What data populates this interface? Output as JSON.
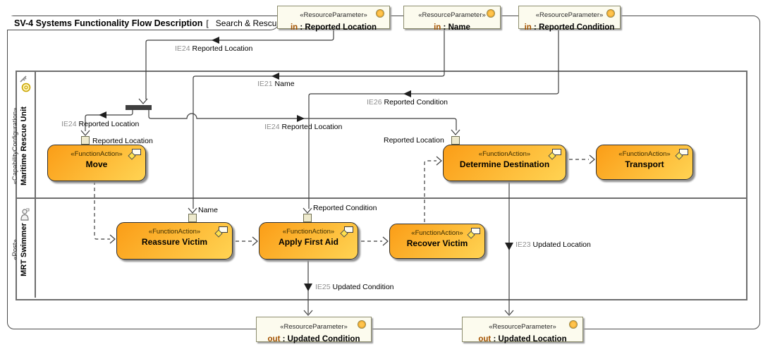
{
  "frame": {
    "title": "SV-4 Systems Functionality Flow Description",
    "bracket_left": "[",
    "context_name": "Search & Rescue",
    "bracket_right": "]"
  },
  "lanes": [
    {
      "stereotype": "«CapabilityConfiguration»",
      "name": "Maritime Rescue Unit"
    },
    {
      "stereotype": "«Post»",
      "name": "MRT Swimmer"
    }
  ],
  "parameters": [
    {
      "stereotype": "«ResourceParameter»",
      "direction": "in",
      "name": " : Reported Location"
    },
    {
      "stereotype": "«ResourceParameter»",
      "direction": "in",
      "name": " : Name"
    },
    {
      "stereotype": "«ResourceParameter»",
      "direction": "in",
      "name": " : Reported Condition"
    },
    {
      "stereotype": "«ResourceParameter»",
      "direction": "out",
      "name": " : Updated Condition"
    },
    {
      "stereotype": "«ResourceParameter»",
      "direction": "out",
      "name": " : Updated Location"
    }
  ],
  "actions": [
    {
      "stereotype": "«FunctionAction»",
      "name": "Move"
    },
    {
      "stereotype": "«FunctionAction»",
      "name": "Determine Destination"
    },
    {
      "stereotype": "«FunctionAction»",
      "name": "Transport"
    },
    {
      "stereotype": "«FunctionAction»",
      "name": "Reassure Victim"
    },
    {
      "stereotype": "«FunctionAction»",
      "name": "Apply First Aid"
    },
    {
      "stereotype": "«FunctionAction»",
      "name": "Recover Victim"
    }
  ],
  "pins": [
    {
      "label": "Reported Location"
    },
    {
      "label": "Reported Location"
    },
    {
      "label": "Name"
    },
    {
      "label": "Reported Condition"
    }
  ],
  "flows": [
    {
      "id": "IE24",
      "name": "Reported Location"
    },
    {
      "id": "IE24",
      "name": "Reported Location"
    },
    {
      "id": "IE24",
      "name": "Reported Location"
    },
    {
      "id": "IE21",
      "name": "Name"
    },
    {
      "id": "IE26",
      "name": "Reported Condition"
    },
    {
      "id": "IE25",
      "name": "Updated Condition"
    },
    {
      "id": "IE23",
      "name": "Updated Location"
    }
  ],
  "colors": {
    "action_gradient_start": "#FBA01A",
    "action_gradient_end": "#FFD150",
    "parameter_fill": "#FCFBEE",
    "parameter_circle": "#FFC44D",
    "flow_id_text": "#8F8F8F",
    "direction_text": "#A35200",
    "line": "#3F3F3F"
  }
}
